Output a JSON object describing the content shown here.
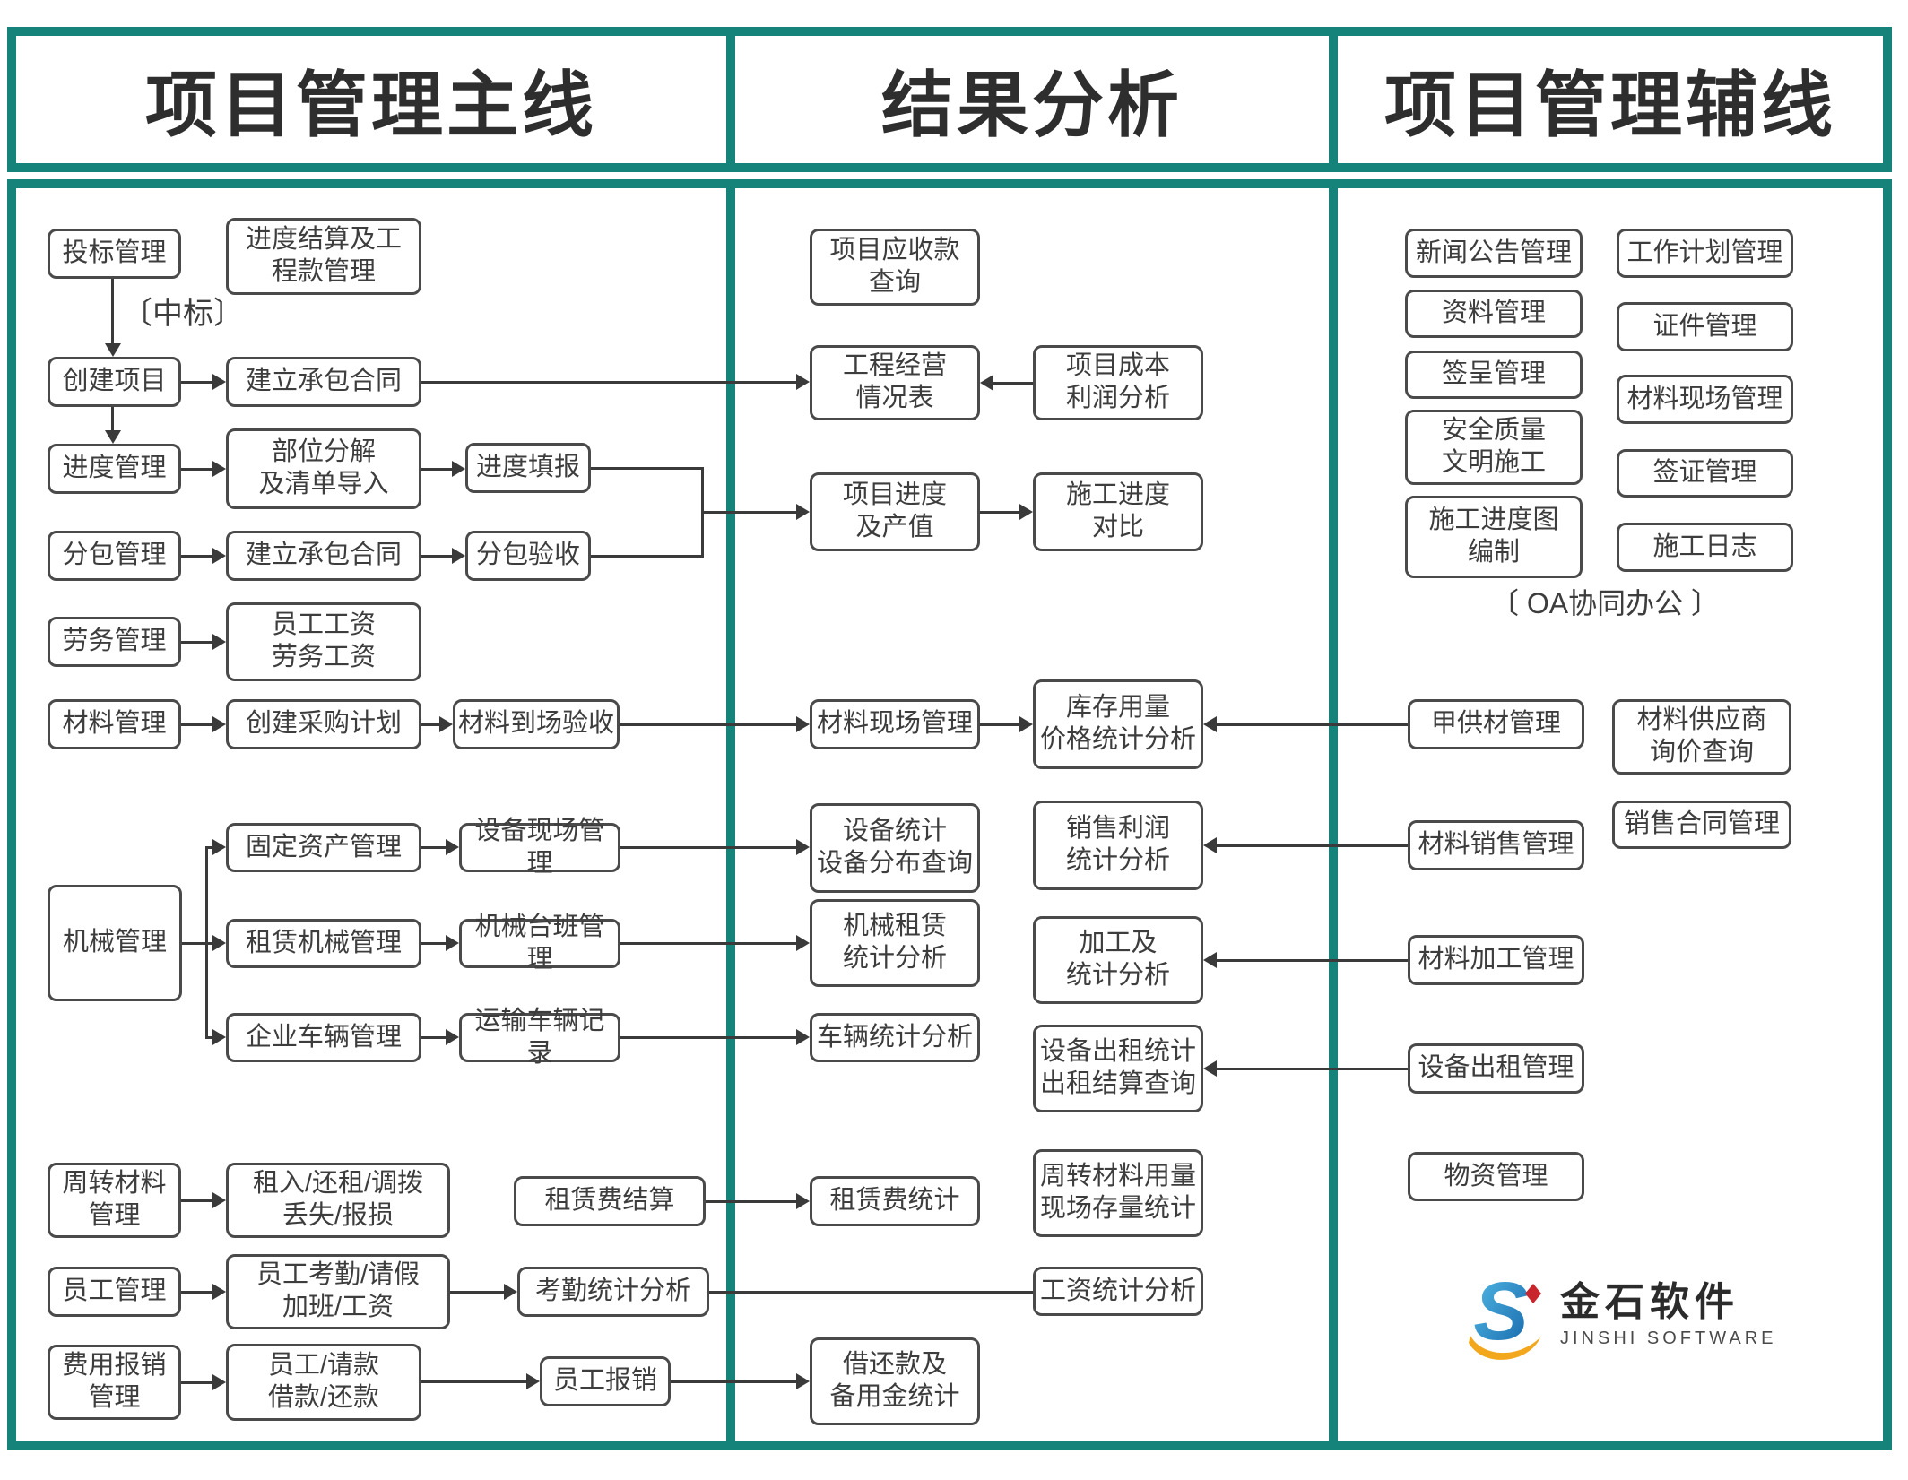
{
  "headers": {
    "main": "项目管理主线",
    "analysis": "结果分析",
    "aux": "项目管理辅线"
  },
  "labels": {
    "win_bid": "〔中标〕",
    "oa": "〔 OA协同办公 〕"
  },
  "nodes": {
    "bid": "投标管理",
    "create_project": "创建项目",
    "schedule": "进度管理",
    "subcontract": "分包管理",
    "labor": "劳务管理",
    "material": "材料管理",
    "machinery": "机械管理",
    "turnover_material": "周转材料\n管理",
    "employee": "员工管理",
    "expense": "费用报销\n管理",
    "progress_settlement": "进度结算及工\n程款管理",
    "contract_main": "建立承包合同",
    "breakdown": "部位分解\n及清单导入",
    "contract_sub": "建立承包合同",
    "wages": "员工工资\n劳务工资",
    "purchase_plan": "创建采购计划",
    "fixed_assets": "固定资产管理",
    "rental_machinery": "租赁机械管理",
    "company_vehicles": "企业车辆管理",
    "rent_return": "租入/还租/调拨\n丢失/报损",
    "attendance": "员工考勤/请假\n加班/工资",
    "request_loan": "员工/请款\n借款/还款",
    "progress_fill": "进度填报",
    "subcontract_accept": "分包验收",
    "material_arrival": "材料到场验收",
    "equip_site": "设备现场管理",
    "machine_shift": "机械台班管理",
    "transport_record": "运输车辆记录",
    "rental_settlement": "租赁费结算",
    "attendance_stats": "考勤统计分析",
    "employee_reimb": "员工报销",
    "receivables": "项目应收款\n查询",
    "op_table": "工程经营\n情况表",
    "cost_profit": "项目成本\n利润分析",
    "progress_output": "项目进度\n及产值",
    "construction_compare": "施工进度\n对比",
    "material_site": "材料现场管理",
    "inventory_stats": "库存用量\n价格统计分析",
    "equip_stats": "设备统计\n设备分布查询",
    "sales_profit": "销售利润\n统计分析",
    "machine_rental_stats": "机械租赁\n统计分析",
    "processing_stats": "加工及\n统计分析",
    "vehicle_stats": "车辆统计分析",
    "equip_rent_stats": "设备出租统计\n出租结算查询",
    "rental_fee_stats": "租赁费统计",
    "turnover_stats": "周转材料用量\n现场存量统计",
    "salary_stats": "工资统计分析",
    "loan_stats": "借还款及\n备用金统计",
    "news": "新闻公告管理",
    "work_plan": "工作计划管理",
    "docs": "资料管理",
    "certificates": "证件管理",
    "memo": "签呈管理",
    "material_site_aux": "材料现场管理",
    "safety": "安全质量\n文明施工",
    "visa": "签证管理",
    "progress_chart": "施工进度图\n编制",
    "construction_log": "施工日志",
    "owner_material": "甲供材管理",
    "supplier_inquiry": "材料供应商\n询价查询",
    "material_sales": "材料销售管理",
    "sales_contract": "销售合同管理",
    "material_processing": "材料加工管理",
    "equip_rent_mgmt": "设备出租管理",
    "goods": "物资管理"
  },
  "logo": {
    "name": "金石软件",
    "subtitle": "JINSHI SOFTWARE"
  },
  "colors": {
    "teal_border": "#16837b",
    "node_border": "#4a4a4a",
    "connector": "#3a3a3a",
    "logo_blue": "#1f7fc4",
    "logo_yellow": "#f2a71c",
    "logo_red": "#c8252c"
  }
}
